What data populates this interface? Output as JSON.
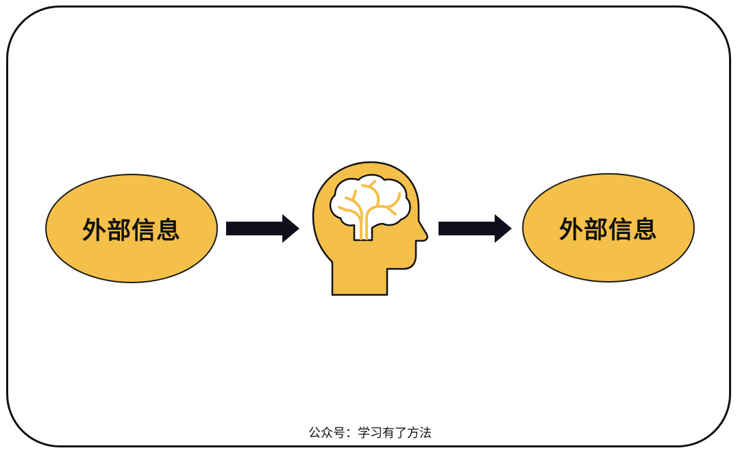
{
  "colors": {
    "accent": "#F4C04A",
    "outline": "#111111",
    "arrow": "#0e0f1a",
    "background": "#ffffff"
  },
  "nodes": [
    {
      "label": "外部信息"
    },
    {
      "label": "外部信息"
    }
  ],
  "center_icon": "head-brain-icon",
  "arrow_icon": "right-arrow-icon",
  "footer": {
    "text": "公众号：学习有了方法"
  }
}
